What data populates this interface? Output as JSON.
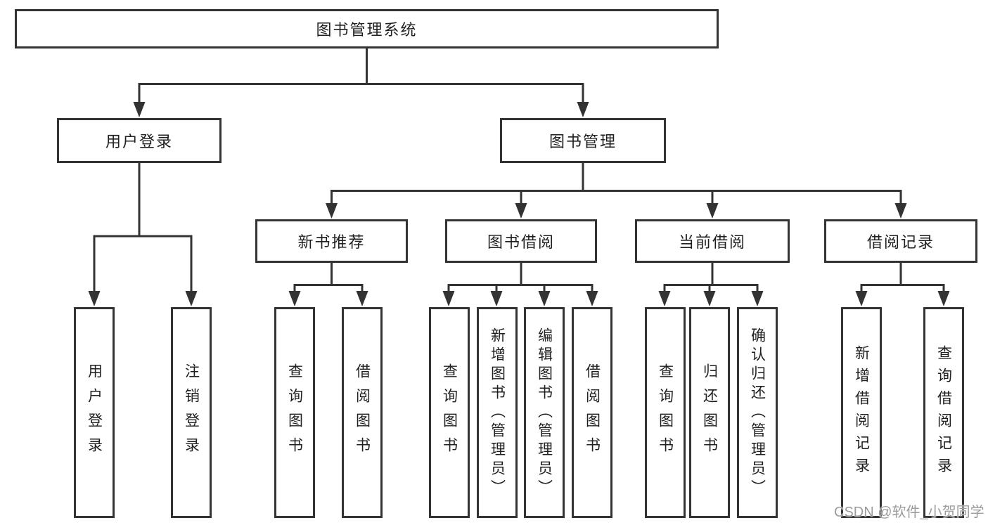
{
  "nodes": {
    "root": "图书管理系统",
    "user_login": "用户登录",
    "book_mgmt": "图书管理",
    "new_book_rec": "新书推荐",
    "book_borrow": "图书借阅",
    "current_borrow": "当前借阅",
    "borrow_records": "借阅记录",
    "leaf_user_login": "用户登录",
    "leaf_logout": "注销登录",
    "leaf_query_book_rec": "查询图书",
    "leaf_borrow_book_rec": "借阅图书",
    "leaf_query_book_borrow": "查询图书",
    "leaf_add_book": "新增图书（管理员）",
    "leaf_edit_book": "编辑图书（管理员）",
    "leaf_borrow_book_borrow": "借阅图书",
    "leaf_query_book_current": "查询图书",
    "leaf_return_book": "归还图书",
    "leaf_confirm_return": "确认归还（管理员）",
    "leaf_add_borrow_record": "新增借阅记录",
    "leaf_query_borrow_record": "查询借阅记录"
  },
  "watermark": "CSDN @软件_小贺同学",
  "colors": {
    "line": "#333333",
    "box_border": "#333333",
    "text": "#1f1f1f",
    "watermark": "#9c9c9c",
    "background": "#ffffff"
  }
}
